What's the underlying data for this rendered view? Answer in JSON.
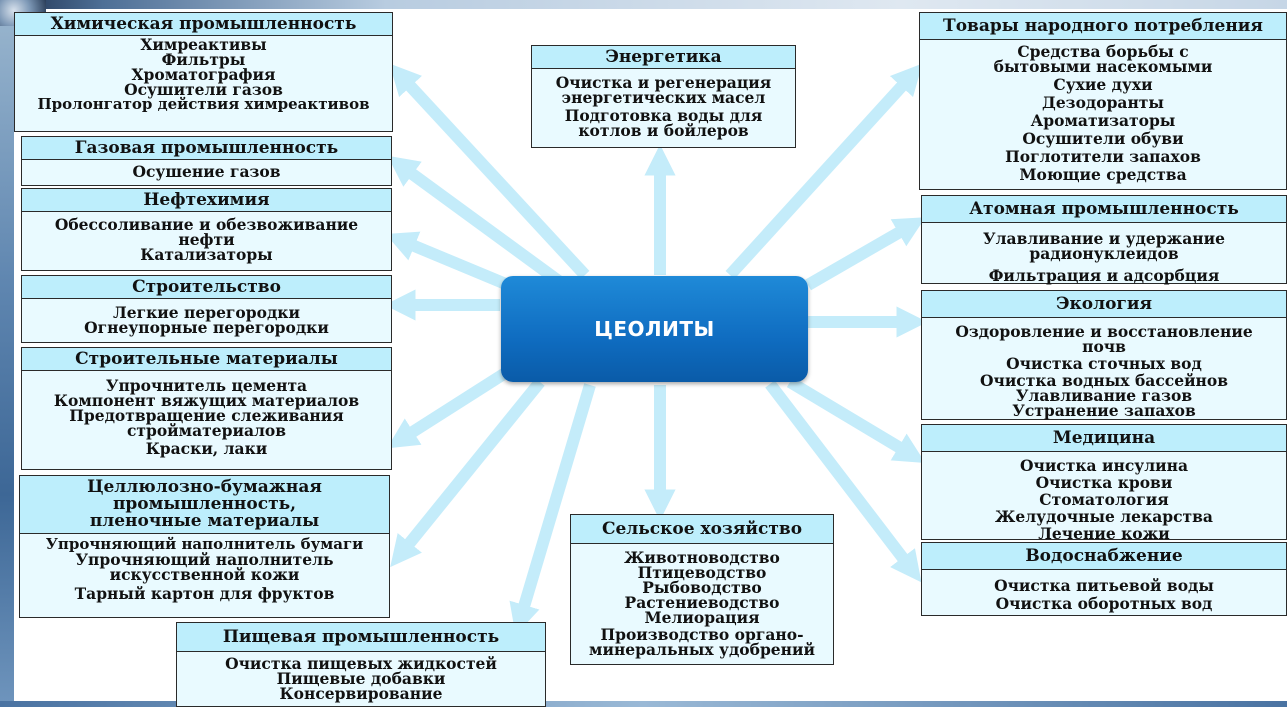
{
  "center": "ЦЕОЛИТЫ",
  "boxes": [
    {
      "title": "Химическая промышленность",
      "items": [
        "Химреактивы",
        "Фильтры",
        "Хроматография",
        "Осушители газов",
        "Пролонгатор действия химреактивов"
      ]
    },
    {
      "title": "Газовая промышленность",
      "items": [
        "Осушение газов"
      ]
    },
    {
      "title": "Нефтехимия",
      "items": [
        "Обессоливание и обезвоживание",
        "нефти",
        "Катализаторы"
      ]
    },
    {
      "title": "Строительство",
      "items": [
        "Легкие перегородки",
        "Огнеупорные перегородки"
      ]
    },
    {
      "title": "Строительные материалы",
      "items": [
        "Упрочнитель цемента",
        "Компонент вяжущих материалов",
        "Предотвращение слеживания",
        "строй­материалов",
        "Краски, лаки"
      ]
    },
    {
      "title": "Целлюлозно-бумажная промышленность, пленочные материалы",
      "title_lines": [
        "Целлюлозно-бумажная",
        "промышленность,",
        "пленочные материалы"
      ],
      "items": [
        "Упрочняющий наполнитель бумаги",
        "Упрочняющий наполнитель",
        "искусственной кожи",
        "Тарный картон для фруктов"
      ]
    },
    {
      "title": "Пищевая промышленность",
      "items": [
        "Очистка пищевых жидкостей",
        "Пищевые добавки",
        "Консервирование"
      ]
    },
    {
      "title": "Энергетика",
      "items": [
        "Очистка и регенерация",
        "энергетических масел",
        "Подготовка воды для",
        "котлов и бойлеров"
      ]
    },
    {
      "title": "Сельское хозяйство",
      "items": [
        "Животноводство",
        "Птицеводство",
        "Рыбоводство",
        "Растениеводство",
        "Мелиорация",
        "Производство органо-",
        "минеральных удобрений"
      ]
    },
    {
      "title": "Товары народного потребления",
      "items": [
        "Средства борьбы с",
        "бытовыми насекомыми",
        "Сухие духи",
        "Дезодоранты",
        "Ароматизаторы",
        "Осушители обуви",
        "Поглотители запахов",
        "Моющие средства"
      ]
    },
    {
      "title": "Атомная промышленность",
      "items": [
        "Улавливание и удержание",
        "радионуклеидов",
        "Фильтрация и адсорбция"
      ]
    },
    {
      "title": "Экология",
      "items": [
        "Оздоровление и восстановление",
        "почв",
        "Очистка сточных вод",
        "Очистка водных бассейнов",
        "Улавливание газов",
        "Устранение запахов"
      ]
    },
    {
      "title": "Медицина",
      "items": [
        "Очистка инсулина",
        "Очистка крови",
        "Стоматология",
        "Желудочные лекарства",
        "Лечение кожи"
      ]
    },
    {
      "title": "Водоснабжение",
      "items": [
        "Очистка питьевой воды",
        "Очистка оборотных вод"
      ]
    }
  ],
  "colors": {
    "header": "#bdeefc",
    "body": "#e9faff",
    "center": "#0f6cc0",
    "arrow": "#c4ecfa"
  }
}
